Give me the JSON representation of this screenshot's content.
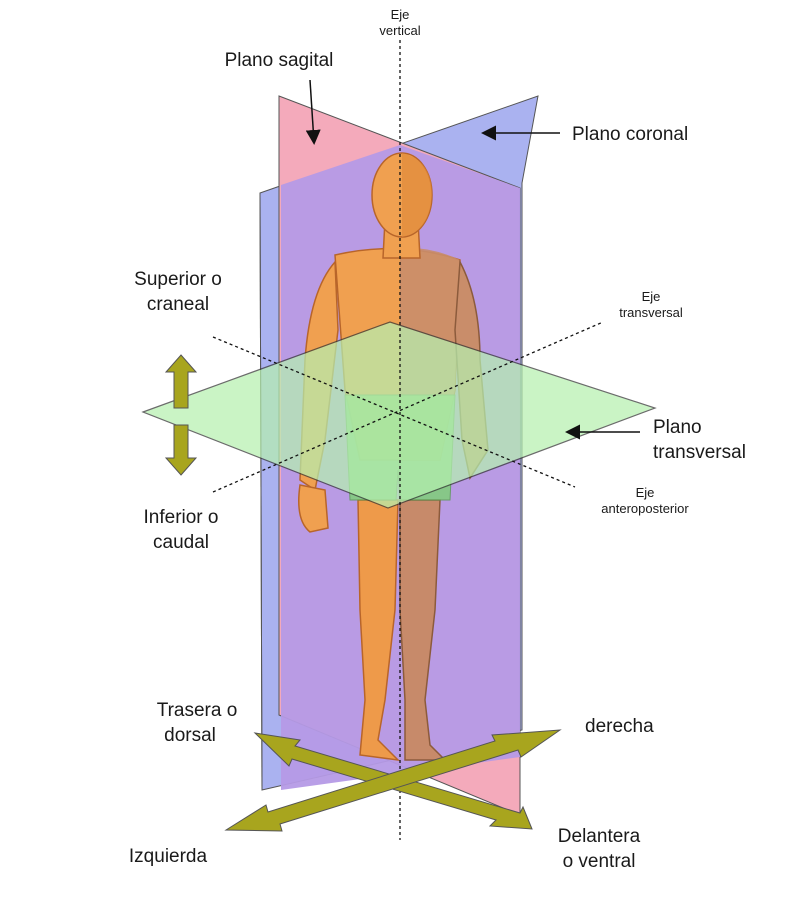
{
  "labels": {
    "eje_vertical": [
      "Eje",
      "vertical"
    ],
    "plano_sagital": "Plano sagital",
    "plano_coronal": "Plano coronal",
    "superior": [
      "Superior o",
      "craneal"
    ],
    "eje_transversal": [
      "Eje",
      "transversal"
    ],
    "plano_transversal": [
      "Plano",
      "transversal"
    ],
    "inferior": [
      "Inferior o",
      "caudal"
    ],
    "eje_anteroposterior": [
      "Eje",
      "anteroposterior"
    ],
    "trasera": [
      "Trasera o",
      "dorsal"
    ],
    "derecha": "derecha",
    "izquierda": "Izquierda",
    "delantera": [
      "Delantera",
      "o ventral"
    ]
  },
  "colors": {
    "sagittal_plane": "#f4aabb",
    "coronal_plane": "#aab2f0",
    "overlap": "#b59ae6",
    "transverse_plane": "#b6f0b0",
    "arrow": "#a8a51e",
    "skin": "#f0a050"
  }
}
